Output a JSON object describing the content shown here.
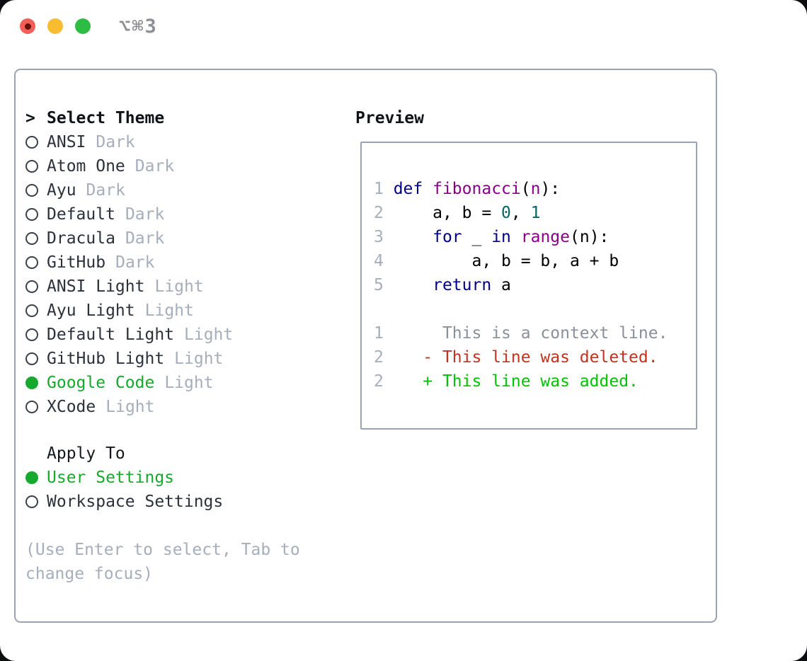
{
  "window": {
    "shortcut_label": "⌥⌘3",
    "traffic_lights": [
      {
        "name": "close",
        "color": "#f25f57"
      },
      {
        "name": "minimize",
        "color": "#f7bc32"
      },
      {
        "name": "zoom",
        "color": "#2ebd44"
      }
    ]
  },
  "theme_panel": {
    "header_marker": ">",
    "header_title": "Select Theme",
    "themes": [
      {
        "name": "ANSI",
        "variant": "Dark",
        "selected": false
      },
      {
        "name": "Atom One",
        "variant": "Dark",
        "selected": false
      },
      {
        "name": "Ayu",
        "variant": "Dark",
        "selected": false
      },
      {
        "name": "Default",
        "variant": "Dark",
        "selected": false
      },
      {
        "name": "Dracula",
        "variant": "Dark",
        "selected": false
      },
      {
        "name": "GitHub",
        "variant": "Dark",
        "selected": false
      },
      {
        "name": "ANSI Light",
        "variant": "Light",
        "selected": false
      },
      {
        "name": "Ayu Light",
        "variant": "Light",
        "selected": false
      },
      {
        "name": "Default Light",
        "variant": "Light",
        "selected": false
      },
      {
        "name": "GitHub Light",
        "variant": "Light",
        "selected": false
      },
      {
        "name": "Google Code",
        "variant": "Light",
        "selected": true
      },
      {
        "name": "XCode",
        "variant": "Light",
        "selected": false
      }
    ],
    "apply_to": {
      "title": "Apply To",
      "options": [
        {
          "name": "User Settings",
          "selected": true
        },
        {
          "name": "Workspace Settings",
          "selected": false
        }
      ]
    },
    "help_lines": [
      "(Use Enter to select, Tab to",
      "change focus)"
    ]
  },
  "preview": {
    "title": "Preview",
    "lines": [
      {
        "segments": [
          {
            "t": "1 ",
            "c": "num"
          },
          {
            "t": "def",
            "c": "kw"
          },
          {
            "t": " ",
            "c": "pl"
          },
          {
            "t": "fibonacci",
            "c": "fn"
          },
          {
            "t": "(",
            "c": "pl"
          },
          {
            "t": "n",
            "c": "fn"
          },
          {
            "t": "):",
            "c": "pl"
          }
        ]
      },
      {
        "segments": [
          {
            "t": "2 ",
            "c": "num"
          },
          {
            "t": "    a, b = ",
            "c": "pl"
          },
          {
            "t": "0",
            "c": "lit"
          },
          {
            "t": ", ",
            "c": "pl"
          },
          {
            "t": "1",
            "c": "lit"
          }
        ]
      },
      {
        "segments": [
          {
            "t": "3 ",
            "c": "num"
          },
          {
            "t": "    ",
            "c": "pl"
          },
          {
            "t": "for",
            "c": "kw"
          },
          {
            "t": " _ ",
            "c": "pl"
          },
          {
            "t": "in",
            "c": "kw"
          },
          {
            "t": " ",
            "c": "pl"
          },
          {
            "t": "range",
            "c": "fn"
          },
          {
            "t": "(n):",
            "c": "pl"
          }
        ]
      },
      {
        "segments": [
          {
            "t": "4 ",
            "c": "num"
          },
          {
            "t": "        a, b = b, a + b",
            "c": "pl"
          }
        ]
      },
      {
        "segments": [
          {
            "t": "5 ",
            "c": "num"
          },
          {
            "t": "    ",
            "c": "pl"
          },
          {
            "t": "return",
            "c": "kw"
          },
          {
            "t": " a",
            "c": "pl"
          }
        ]
      },
      {
        "segments": [
          {
            "t": " ",
            "c": "pl"
          }
        ]
      },
      {
        "segments": [
          {
            "t": "1 ",
            "c": "num"
          },
          {
            "t": "     This is a context line.",
            "c": "ctx"
          }
        ]
      },
      {
        "segments": [
          {
            "t": "2 ",
            "c": "num"
          },
          {
            "t": "   - This line was deleted.",
            "c": "del"
          }
        ]
      },
      {
        "segments": [
          {
            "t": "2 ",
            "c": "num"
          },
          {
            "t": "   + This line was added.",
            "c": "add"
          }
        ]
      }
    ]
  },
  "colors": {
    "panel_border": "#9aa3b3",
    "selection_green": "#17a82e",
    "muted_gray": "#a6aebb",
    "code_keyword": "#000088",
    "code_function": "#880088",
    "code_literal": "#006666",
    "diff_deleted_red": "#c5311f",
    "diff_added_green": "#00c300"
  }
}
